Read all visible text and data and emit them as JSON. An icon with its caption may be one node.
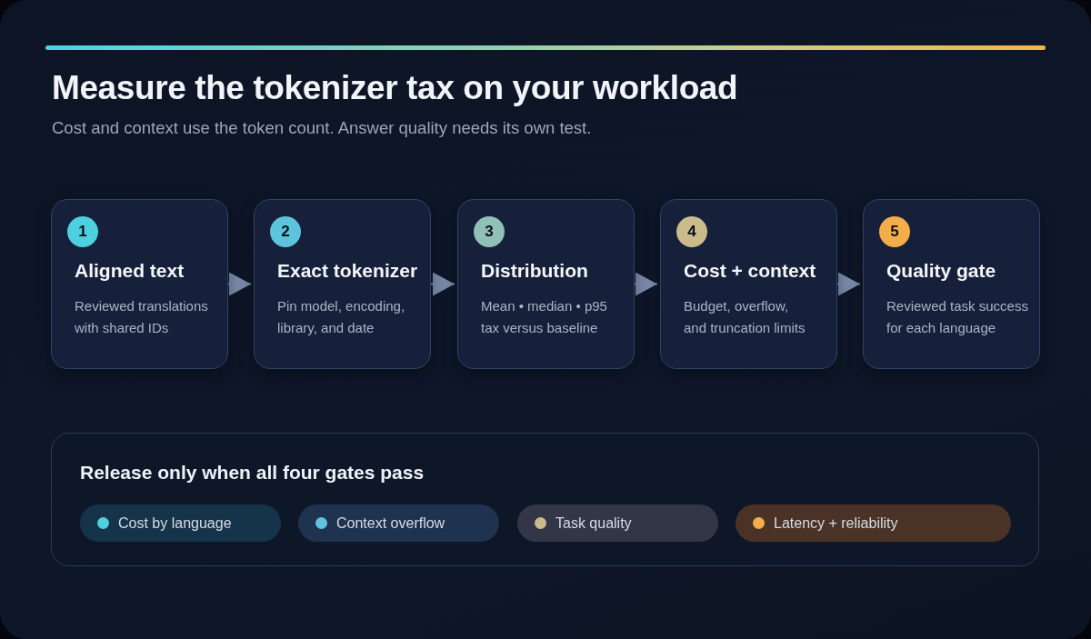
{
  "diagram": {
    "title": "Measure the tokenizer tax on your workload",
    "nodes": [
      {
        "text": [
          "Aligned text",
          "Reviewed translations with shared IDs"
        ]
      },
      {
        "text": [
          "1"
        ],
        "in": 0
      },
      {
        "text": [
          "Exact tokenizer",
          "Pin model, encoding, library, and date"
        ]
      },
      {
        "text": [
          "2"
        ],
        "in": 2
      },
      {
        "text": [
          "Distribution",
          "Mean • median • p95 tax versus baseline"
        ]
      },
      {
        "text": [
          "3"
        ],
        "in": 4
      },
      {
        "text": [
          "Cost + context",
          "Budget, overflow, and truncation limits"
        ]
      },
      {
        "text": [
          "4"
        ],
        "in": 6
      },
      {
        "text": [
          "Quality gate",
          "Reviewed task success for each language"
        ]
      },
      {
        "text": [
          "5"
        ],
        "in": 8
      },
      {
        "text": [
          "Release only when all four gates pass"
        ]
      },
      {
        "text": [
          "Cost by language"
        ],
        "in": 10
      },
      {
        "text": [
          "Context overflow"
        ],
        "in": 10
      },
      {
        "text": [
          "Task quality"
        ],
        "in": 10
      },
      {
        "text": [
          "Latency + reliability"
        ],
        "in": 10
      }
    ],
    "edges": [
      {
        "from": 0,
        "to": 2,
        "arrow": "to"
      },
      {
        "from": 2,
        "to": 4,
        "arrow": "to"
      },
      {
        "from": 4,
        "to": 6,
        "arrow": "to"
      },
      {
        "from": 6,
        "to": 8,
        "arrow": "to"
      }
    ],
    "labels": [
      "Cost and context use the token count. Answer quality needs its own test."
    ]
  }
}
